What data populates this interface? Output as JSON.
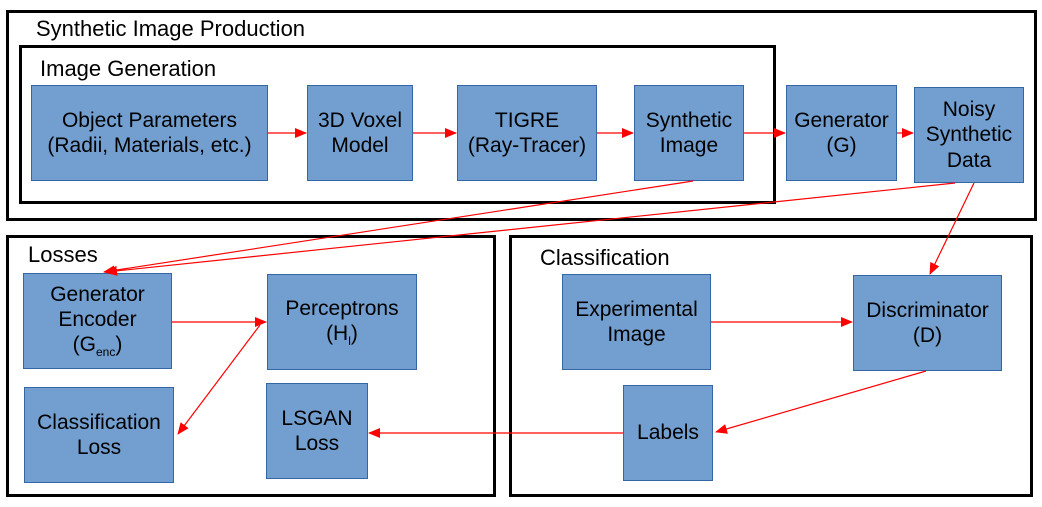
{
  "groups": {
    "synthetic_production": "Synthetic Image Production",
    "image_generation": "Image Generation",
    "losses": "Losses",
    "classification": "Classification"
  },
  "nodes": {
    "object_parameters": {
      "line1": "Object Parameters",
      "line2": "(Radii, Materials, etc.)"
    },
    "voxel_model": {
      "line1": "3D Voxel",
      "line2": "Model"
    },
    "tigre": {
      "line1": "TIGRE",
      "line2": "(Ray-Tracer)"
    },
    "synthetic_image": {
      "line1": "Synthetic",
      "line2": "Image"
    },
    "generator": {
      "line1": "Generator",
      "line2": "(G)"
    },
    "noisy_data": {
      "line1": "Noisy",
      "line2": "Synthetic",
      "line3": "Data"
    },
    "generator_encoder": {
      "line1": "Generator",
      "line2": "Encoder",
      "line3_main": "(G",
      "line3_sub": "enc",
      "line3_end": ")"
    },
    "perceptrons": {
      "line1": "Perceptrons",
      "line2_main": "(H",
      "line2_sub": "l",
      "line2_end": ")"
    },
    "classification_loss": {
      "line1": "Classification",
      "line2": "Loss"
    },
    "lsgan_loss": {
      "line1": "LSGAN",
      "line2": "Loss"
    },
    "experimental_image": {
      "line1": "Experimental",
      "line2": "Image"
    },
    "discriminator": {
      "line1": "Discriminator",
      "line2": "(D)"
    },
    "labels": {
      "line1": "Labels"
    }
  },
  "colors": {
    "node_fill": "#729fcf",
    "node_border": "#3465a4",
    "arrow": "#ff0000",
    "frame": "#000000"
  }
}
